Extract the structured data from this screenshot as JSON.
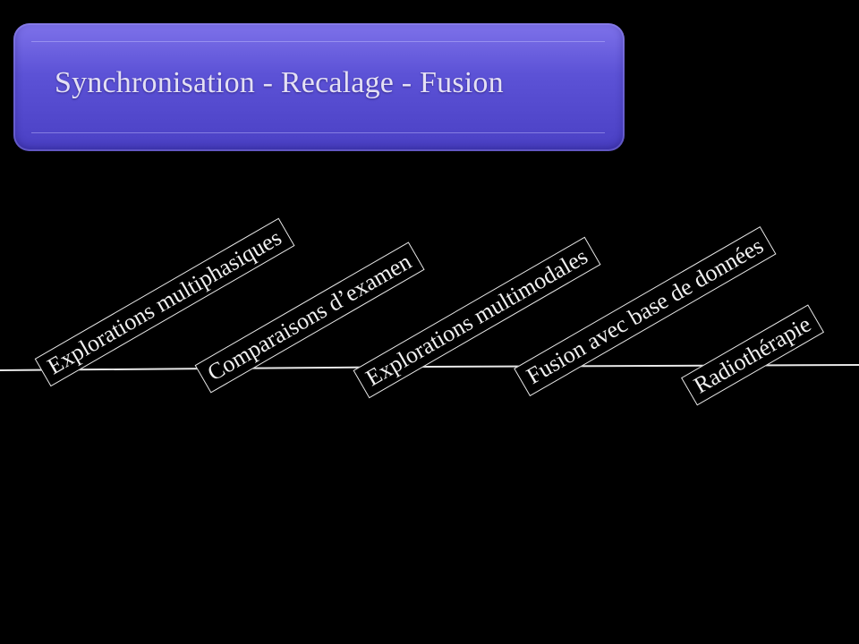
{
  "title": "Synchronisation - Recalage - Fusion",
  "labels": [
    "Explorations multiphasiques",
    "Comparaisons d’examen",
    "Explorations multimodales",
    "Fusion avec base de données",
    "Radiothérapie"
  ],
  "colors": {
    "background": "#000000",
    "title_box": "#5c52d6",
    "line": "#e8e8e8",
    "text": "#f0f0f0"
  }
}
